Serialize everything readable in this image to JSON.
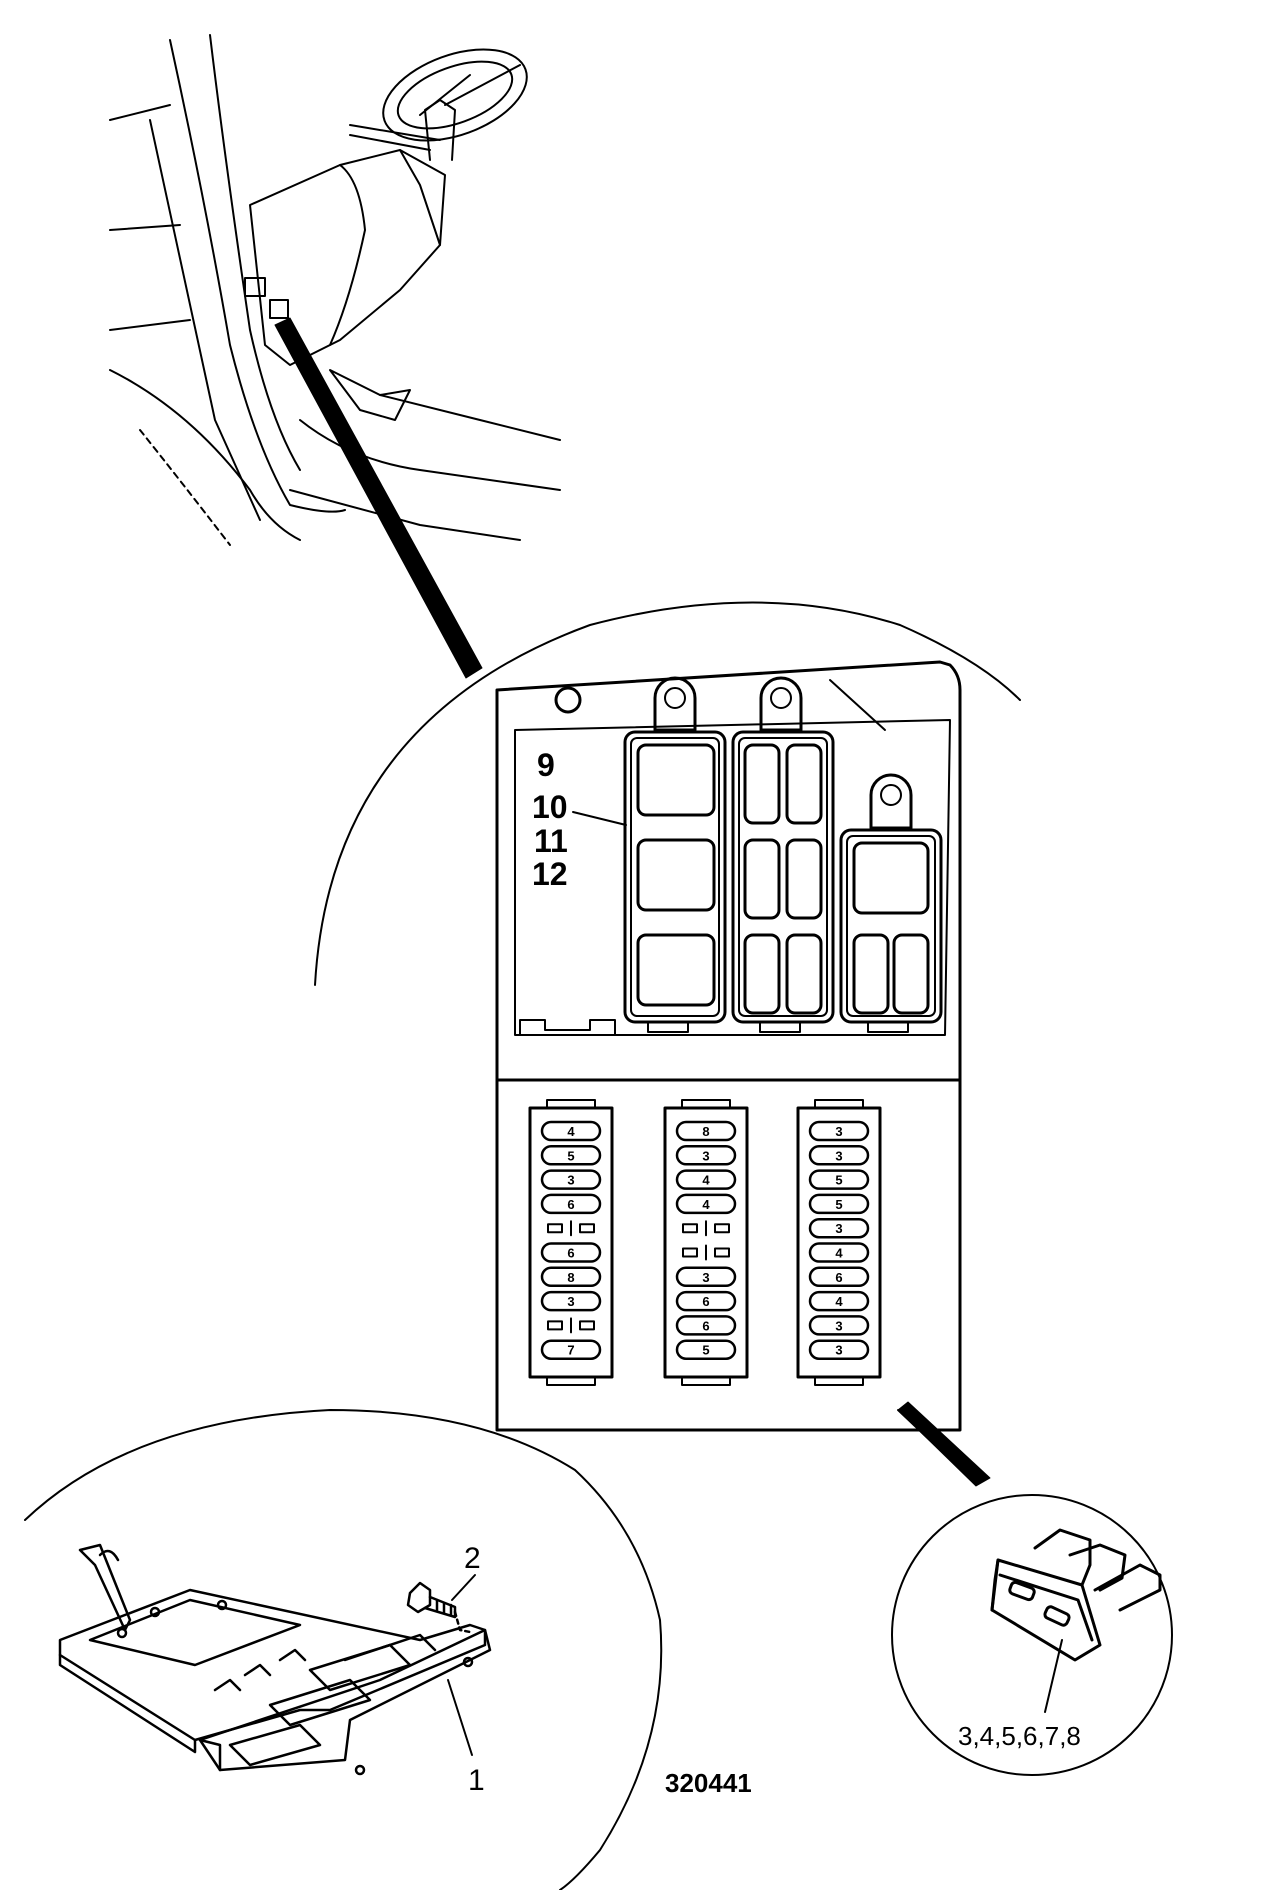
{
  "figure_number": "320441",
  "relay_labels": [
    "9",
    "10",
    "11",
    "12"
  ],
  "fuse_columns": [
    {
      "slots": [
        "4",
        "5",
        "3",
        "6",
        "",
        "6",
        "8",
        "3",
        "",
        "7"
      ]
    },
    {
      "slots": [
        "8",
        "3",
        "4",
        "4",
        "",
        "",
        "3",
        "6",
        "6",
        "5"
      ]
    },
    {
      "slots": [
        "3",
        "3",
        "5",
        "5",
        "3",
        "4",
        "6",
        "4",
        "3",
        "3"
      ]
    }
  ],
  "fuse_caption": "3,4,5,6,7,8",
  "bracket_labels": {
    "bracket": "1",
    "screw": "2"
  }
}
